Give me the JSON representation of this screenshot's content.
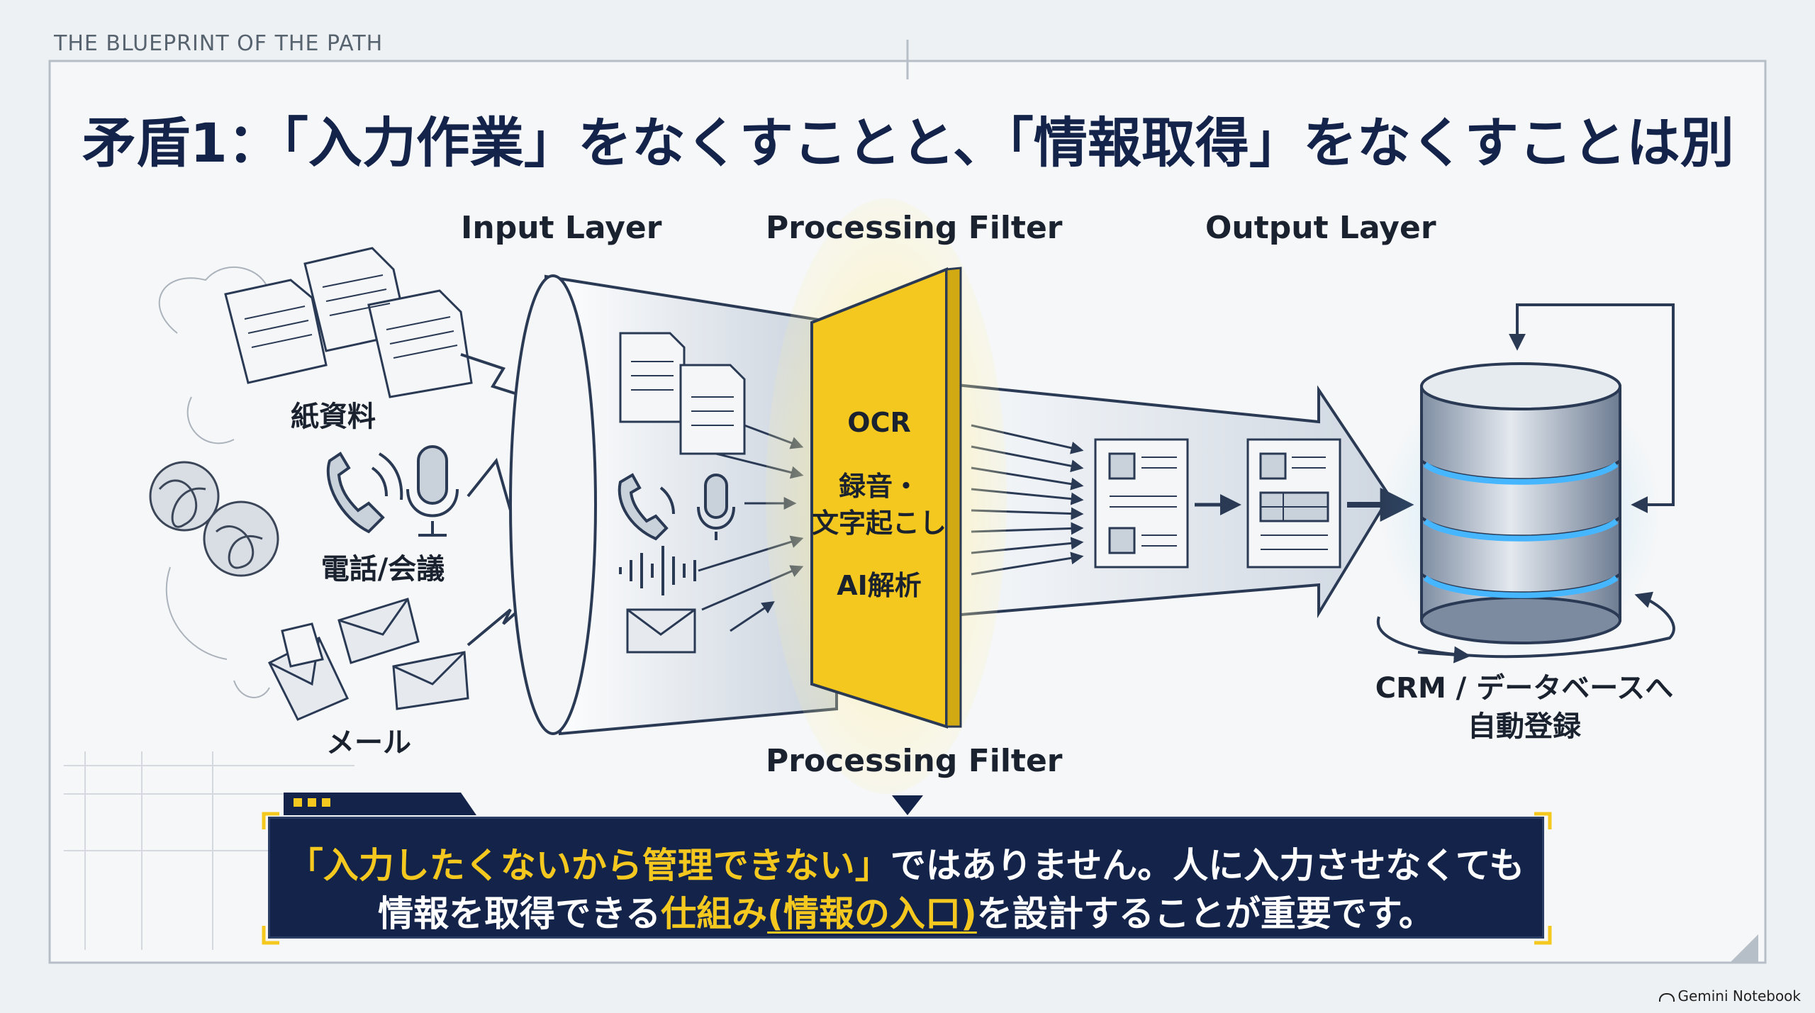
{
  "header": {
    "series_label": "THE BLUEPRINT OF THE PATH",
    "title": "矛盾1：「入力作業」をなくすことと、「情報取得」をなくすことは別"
  },
  "layers": {
    "input": "Input Layer",
    "processing_top": "Processing Filter",
    "output": "Output Layer",
    "processing_bottom": "Processing Filter"
  },
  "inputs": {
    "paper": "紙資料",
    "phone": "電話/会議",
    "mail": "メール"
  },
  "filter": {
    "ocr": "OCR",
    "transcribe_1": "録音・",
    "transcribe_2": "文字起こし",
    "ai": "AI解析"
  },
  "output": {
    "line1": "CRM / データベースへ",
    "line2": "自動登録"
  },
  "callout": {
    "l1_highlight": "「入力したくないから管理できない」",
    "l1_rest": "ではありません。人に入力させなくても",
    "l2_a": "情報を取得できる",
    "l2_highlight": "仕組み",
    "l2_underline": "(情報の入口)",
    "l2_rest": "を設計することが重要です。"
  },
  "brand": "Gemini Notebook",
  "colors": {
    "navy": "#13234a",
    "yellow": "#f4c81f",
    "steel": "#8a98ab",
    "glow": "#35a8ff"
  }
}
